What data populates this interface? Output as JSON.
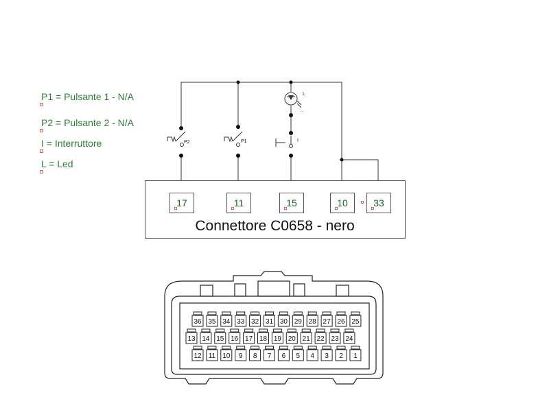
{
  "legend": [
    {
      "text": "P1 = Pulsante 1 - N/A"
    },
    {
      "text": "P2 = Pulsante 2 - N/A"
    },
    {
      "text": "I = Interruttore"
    },
    {
      "text": "L = Led"
    }
  ],
  "switches": {
    "p2_label": "P2",
    "p1_label": "P1",
    "i_label": "I",
    "led_label": "L"
  },
  "connector": {
    "title": "Connettore C0658 - nero",
    "pins": [
      "17",
      "11",
      "15",
      "10",
      "33"
    ]
  },
  "connector_face": {
    "row_top": [
      "36",
      "35",
      "34",
      "33",
      "32",
      "31",
      "30",
      "29",
      "28",
      "27",
      "26",
      "25"
    ],
    "row_middle": [
      "13",
      "14",
      "15",
      "16",
      "17",
      "18",
      "19",
      "20",
      "21",
      "22",
      "23",
      "24"
    ],
    "row_bottom": [
      "12",
      "11",
      "10",
      "9",
      "8",
      "7",
      "6",
      "5",
      "4",
      "3",
      "2",
      "1"
    ]
  }
}
